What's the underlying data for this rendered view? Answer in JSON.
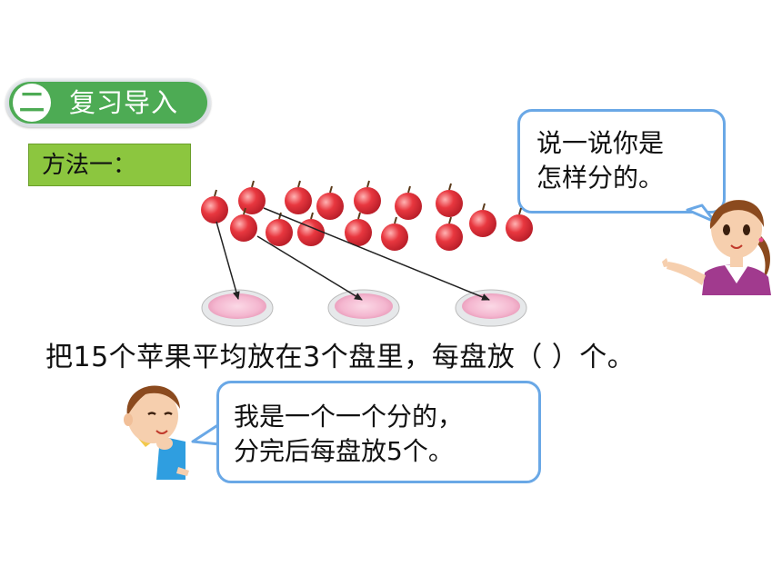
{
  "section": {
    "number": "二",
    "label": "复习导入"
  },
  "method_label": "方法一：",
  "teacher_bubble": {
    "line1": "说一说你是",
    "line2": "怎样分的。"
  },
  "problem_sentence": "把15个苹果平均放在3个盘里，每盘放（   ）个。",
  "student_bubble": {
    "line1": "我是一个一个分的，",
    "line2": "分完后每盘放5个。"
  },
  "colors": {
    "accent_green": "#4dab54",
    "method_green": "#8cc63f",
    "bubble_border": "#6aa8e6",
    "apple_red": "#e8373f",
    "plate_pink": "#f4b6cf"
  },
  "apples": 15,
  "plates": 3
}
